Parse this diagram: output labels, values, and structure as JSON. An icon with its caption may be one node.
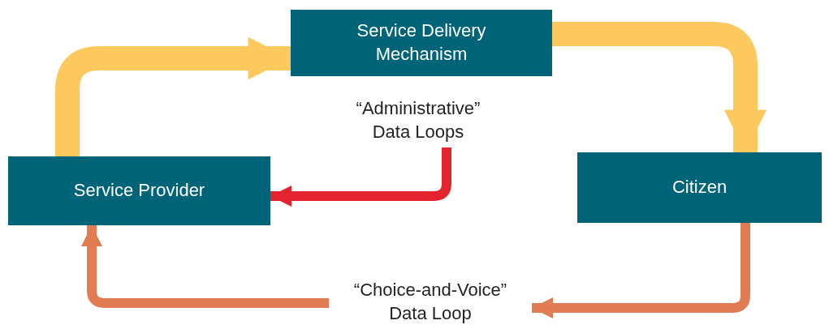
{
  "diagram": {
    "nodes": [
      {
        "text": [
          "Service Delivery Mechanism"
        ]
      },
      {
        "text": [
          "Service Provider"
        ]
      },
      {
        "text": [
          "Citizen"
        ]
      },
      {
        "text": [
          "“Administrative” Data Loops"
        ]
      },
      {
        "text": [
          "“Choice-and-Voice” Data Loop"
        ]
      }
    ],
    "edges": [
      {
        "from": 1,
        "to": 0,
        "arrow": "to",
        "style": "thick"
      },
      {
        "from": 0,
        "to": 2,
        "arrow": "to",
        "style": "thick"
      },
      {
        "from": 3,
        "to": 1,
        "arrow": "to",
        "color": "#e3242f"
      },
      {
        "from": 2,
        "to": 4,
        "arrow": "to",
        "color": "#e27a52"
      },
      {
        "from": 4,
        "to": 1,
        "arrow": "to",
        "color": "#e27a52"
      }
    ]
  }
}
